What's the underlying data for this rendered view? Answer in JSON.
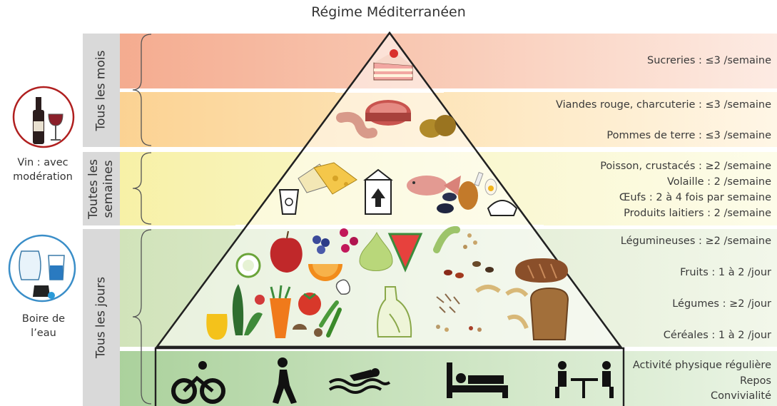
{
  "title": "Régime Méditerranéen",
  "frequency_labels": {
    "month": "Tous les mois",
    "week_line1": "Toutes les",
    "week_line2": "semaines",
    "day": "Tous les jours"
  },
  "side": {
    "wine_line1": "Vin : avec",
    "wine_line2": "modération",
    "water_line1": "Boire de",
    "water_line2": "l’eau"
  },
  "rows": {
    "sweets": "Sucreries : ≤3 /semaine",
    "red_meat": "Viandes rouge, charcuterie : ≤3 /semaine",
    "potatoes": "Pommes de terre : ≤3 /semaine",
    "fish": "Poisson, crustacés : ≥2 /semaine",
    "poultry": "Volaille : 2 /semaine",
    "eggs": "Œufs : 2 à 4 fois par semaine",
    "dairy": "Produits laitiers : 2 /semaine",
    "legumes": "Légumineuses : ≥2 /semaine",
    "fruits": "Fruits : 1 à 2 /jour",
    "vegetables": "Légumes : ≥2 /jour",
    "cereals": "Céréales : 1 à 2 /jour",
    "activity": "Activité physique régulière",
    "rest": "Repos",
    "conviviality": "Convivialité"
  },
  "icons": [
    "cake-icon",
    "meat-icon",
    "sausage-icon",
    "potato-icon",
    "cheese-icon",
    "yogurt-icon",
    "milk-carton-icon",
    "fish-icon",
    "mussels-icon",
    "chicken-leg-icon",
    "eggs-icon",
    "cucumber-icon",
    "apple-icon",
    "blueberries-icon",
    "raspberries-icon",
    "orange-icon",
    "pear-icon",
    "watermelon-icon",
    "peas-icon",
    "beans-icon",
    "bread-icon",
    "lettuce-icon",
    "carrot-icon",
    "tomato-icon",
    "garlic-icon",
    "olive-oil-icon",
    "rice-icon",
    "pasta-icon",
    "toast-icon",
    "bicycle-icon",
    "walking-icon",
    "swimming-icon",
    "bed-icon",
    "meal-icon",
    "wine-icon",
    "water-icon"
  ]
}
